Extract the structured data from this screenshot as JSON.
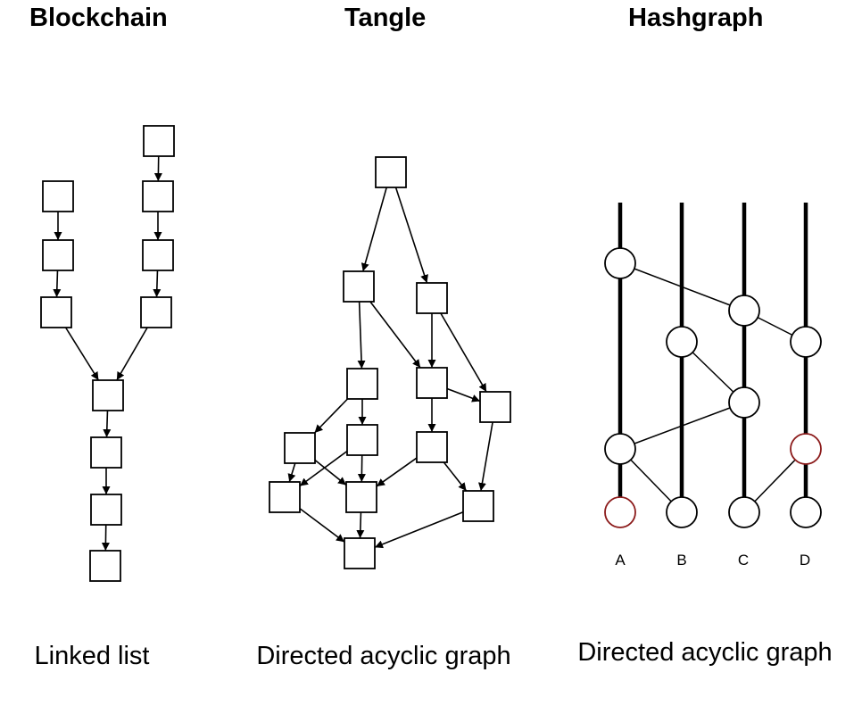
{
  "panels": [
    {
      "id": "blockchain",
      "title": "Blockchain",
      "caption": "Linked list"
    },
    {
      "id": "tangle",
      "title": "Tangle",
      "caption": "Directed acyclic graph"
    },
    {
      "id": "hashgraph",
      "title": "Hashgraph",
      "caption": "Directed acyclic graph",
      "lanes": [
        "A",
        "B",
        "C",
        "D"
      ]
    }
  ],
  "colors": {
    "stroke": "#000000",
    "highlight": "#8b1a1a",
    "fill": "#ffffff"
  }
}
